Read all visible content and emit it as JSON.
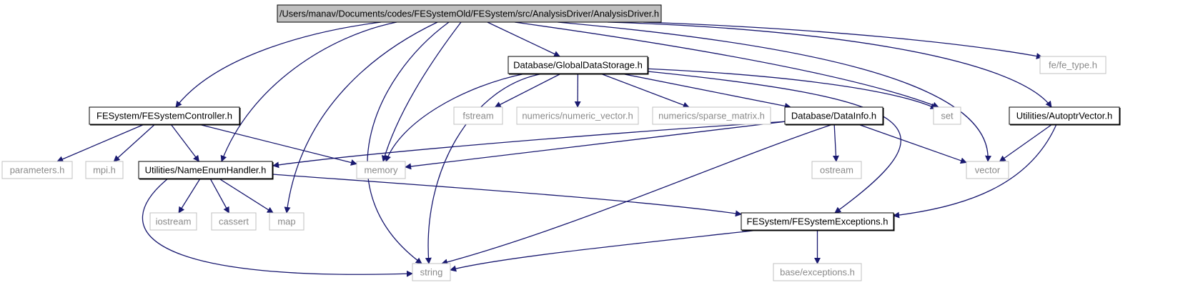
{
  "graph": {
    "edge_color": "#191970",
    "nodes": [
      {
        "id": "root",
        "label": "/Users/manav/Documents/codes/FESystemOld/FESystem/src/AnalysisDriver/AnalysisDriver.h",
        "kind": "root"
      },
      {
        "id": "gds",
        "label": "Database/GlobalDataStorage.h",
        "kind": "documented"
      },
      {
        "id": "fe_type",
        "label": "fe/fe_type.h",
        "kind": "external"
      },
      {
        "id": "controller",
        "label": "FESystem/FESystemController.h",
        "kind": "documented"
      },
      {
        "id": "fstream",
        "label": "fstream",
        "kind": "external"
      },
      {
        "id": "numvec",
        "label": "numerics/numeric_vector.h",
        "kind": "external"
      },
      {
        "id": "sparse",
        "label": "numerics/sparse_matrix.h",
        "kind": "external"
      },
      {
        "id": "datainfo",
        "label": "Database/DataInfo.h",
        "kind": "documented"
      },
      {
        "id": "set",
        "label": "set",
        "kind": "external"
      },
      {
        "id": "autoptr",
        "label": "Utilities/AutoptrVector.h",
        "kind": "documented"
      },
      {
        "id": "parameters",
        "label": "parameters.h",
        "kind": "external"
      },
      {
        "id": "mpi",
        "label": "mpi.h",
        "kind": "external"
      },
      {
        "id": "nameenum",
        "label": "Utilities/NameEnumHandler.h",
        "kind": "documented"
      },
      {
        "id": "memory",
        "label": "memory",
        "kind": "external"
      },
      {
        "id": "ostream",
        "label": "ostream",
        "kind": "external"
      },
      {
        "id": "vector",
        "label": "vector",
        "kind": "external"
      },
      {
        "id": "iostream",
        "label": "iostream",
        "kind": "external"
      },
      {
        "id": "cassert",
        "label": "cassert",
        "kind": "external"
      },
      {
        "id": "map",
        "label": "map",
        "kind": "external"
      },
      {
        "id": "exceptions",
        "label": "FESystem/FESystemExceptions.h",
        "kind": "documented"
      },
      {
        "id": "string",
        "label": "string",
        "kind": "external"
      },
      {
        "id": "base_exc",
        "label": "base/exceptions.h",
        "kind": "external"
      }
    ],
    "edges": [
      [
        "root",
        "gds"
      ],
      [
        "root",
        "fe_type"
      ],
      [
        "root",
        "controller"
      ],
      [
        "root",
        "nameenum"
      ],
      [
        "root",
        "memory"
      ],
      [
        "root",
        "map"
      ],
      [
        "root",
        "string"
      ],
      [
        "root",
        "set"
      ],
      [
        "root",
        "vector"
      ],
      [
        "root",
        "autoptr"
      ],
      [
        "gds",
        "memory"
      ],
      [
        "gds",
        "string"
      ],
      [
        "gds",
        "fstream"
      ],
      [
        "gds",
        "numvec"
      ],
      [
        "gds",
        "sparse"
      ],
      [
        "gds",
        "datainfo"
      ],
      [
        "gds",
        "set"
      ],
      [
        "gds",
        "exceptions"
      ],
      [
        "controller",
        "parameters"
      ],
      [
        "controller",
        "mpi"
      ],
      [
        "controller",
        "nameenum"
      ],
      [
        "controller",
        "memory"
      ],
      [
        "datainfo",
        "nameenum"
      ],
      [
        "datainfo",
        "memory"
      ],
      [
        "datainfo",
        "ostream"
      ],
      [
        "datainfo",
        "vector"
      ],
      [
        "datainfo",
        "string"
      ],
      [
        "autoptr",
        "vector"
      ],
      [
        "autoptr",
        "exceptions"
      ],
      [
        "nameenum",
        "iostream"
      ],
      [
        "nameenum",
        "cassert"
      ],
      [
        "nameenum",
        "map"
      ],
      [
        "nameenum",
        "string"
      ],
      [
        "nameenum",
        "exceptions"
      ],
      [
        "exceptions",
        "string"
      ],
      [
        "exceptions",
        "base_exc"
      ]
    ]
  }
}
